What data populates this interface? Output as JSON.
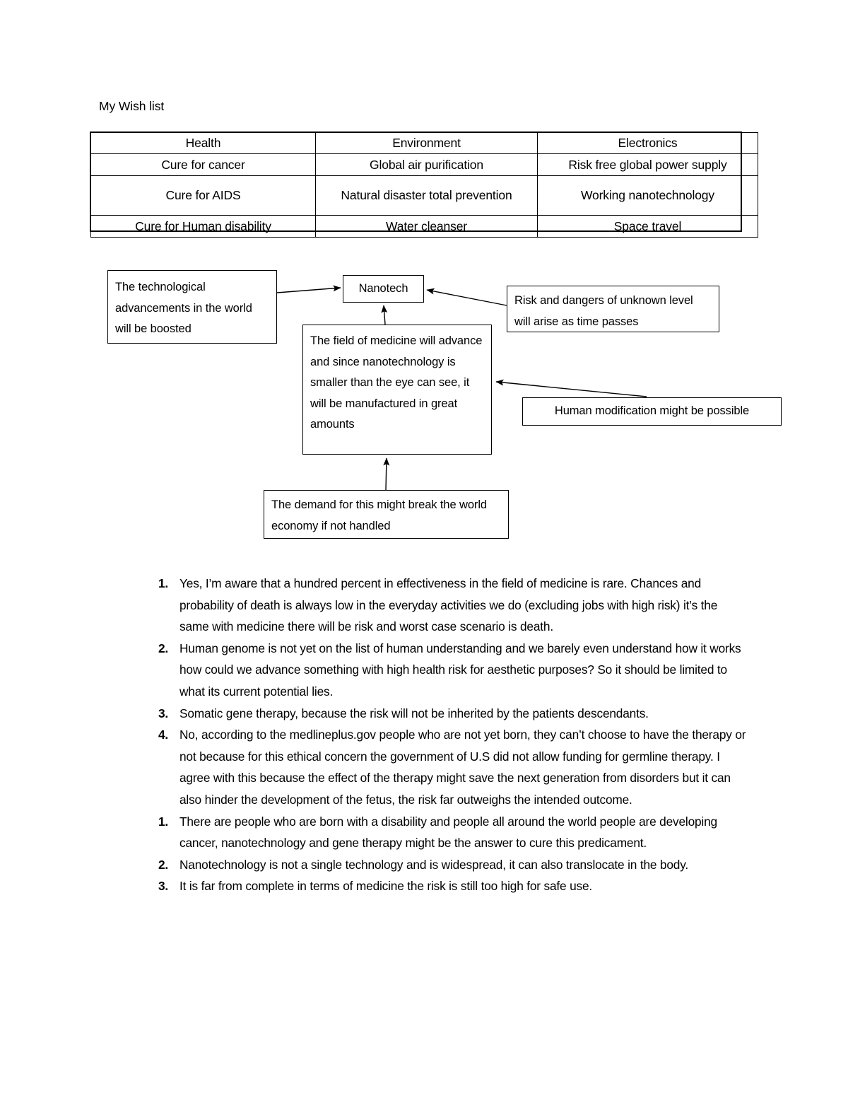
{
  "document": {
    "title": "My Wish list"
  },
  "wish_table": {
    "columns": [
      "Health",
      "Environment",
      "Electronics"
    ],
    "rows": [
      [
        "Cure for cancer",
        "Global air purification",
        "Risk free global power supply"
      ],
      [
        "Cure for AIDS",
        "Natural disaster total prevention",
        "Working nanotechnology"
      ],
      [
        "Cure for Human disability",
        "Water cleanser",
        "Space travel"
      ]
    ]
  },
  "diagram": {
    "nodes": {
      "technological": "The technological advancements in the world will be boosted",
      "nanotech": "Nanotech",
      "medicine": "The field of medicine will advance and since nanotechnology is smaller than the eye can see, it will be manufactured in great amounts",
      "risk": "Risk and dangers of unknown level will arise as time passes",
      "human_modification": "Human modification might be possible",
      "demand": "The demand for this might break the world economy if not handled"
    },
    "edges": [
      {
        "from": "technological",
        "to": "nanotech"
      },
      {
        "from": "risk",
        "to": "nanotech"
      },
      {
        "from": "medicine",
        "to": "nanotech"
      },
      {
        "from": "human_modification",
        "to": "medicine"
      },
      {
        "from": "demand",
        "to": "medicine"
      }
    ]
  },
  "answers": [
    {
      "number": "1",
      "text": "Yes, I’m aware that a hundred percent in effectiveness in the field of medicine is rare. Chances and probability of death is always low in the everyday activities we do (excluding jobs with high risk) it’s the same with medicine there will be risk and worst case scenario is death."
    },
    {
      "number": "2",
      "text": "Human genome is not yet on the list of human understanding and we barely even understand how it works how could we advance something with high health risk for aesthetic purposes? So it should be limited to what its current potential lies."
    },
    {
      "number": "3",
      "text": "Somatic gene therapy, because the risk will not be inherited by the patients descendants."
    },
    {
      "number": "4",
      "text": "No, according to the medlineplus.gov people who are not yet born, they can’t choose to have the therapy or not because for this ethical concern the government of U.S did not allow funding for germline therapy. I agree with this because the effect of the therapy might save the next generation from disorders but it can also hinder the development of the fetus, the risk far outweighs the intended outcome."
    },
    {
      "number": "1",
      "text": "There are people who are born with a disability and people all around the world people are developing cancer, nanotechnology and gene therapy might be the answer to cure this predicament."
    },
    {
      "number": "2",
      "text": "Nanotechnology is not a single technology and is widespread, it can also translocate in the body."
    },
    {
      "number": "3",
      "text": "It is far from complete in terms of medicine the risk is still too high for safe use."
    }
  ],
  "colors": {
    "text": "#000000",
    "background": "#ffffff",
    "border": "#000000"
  }
}
